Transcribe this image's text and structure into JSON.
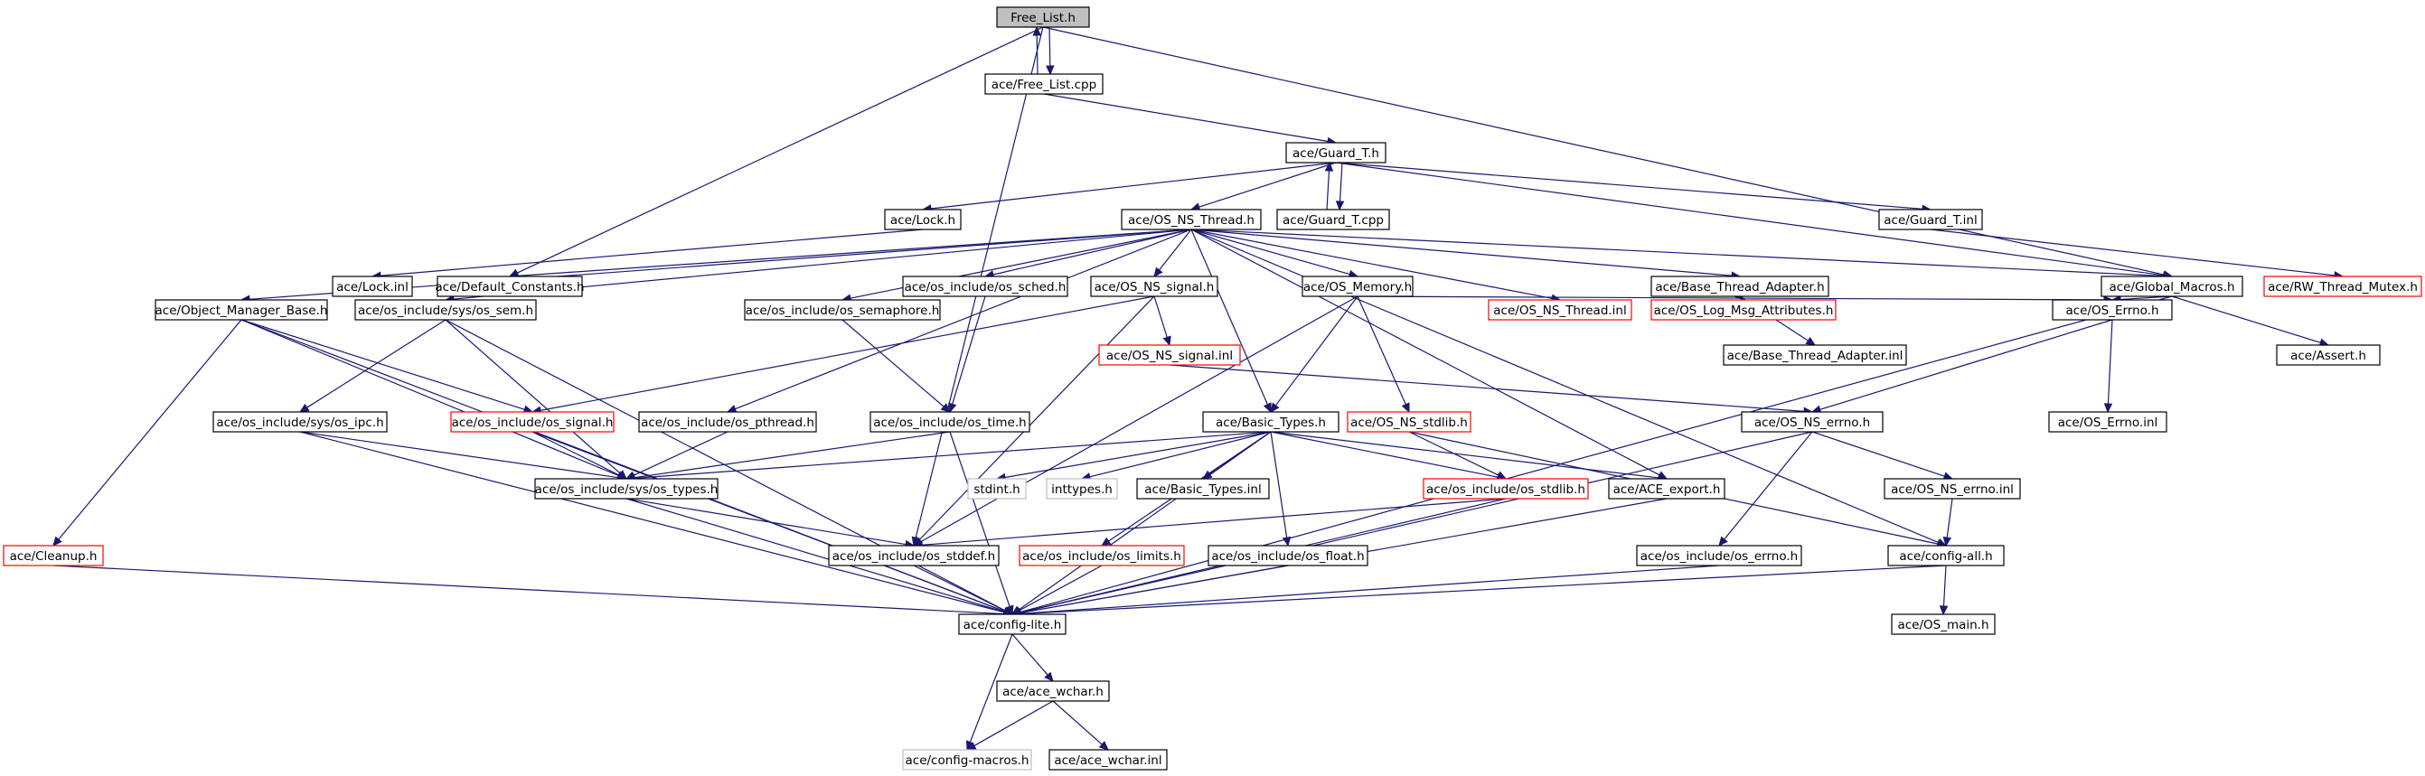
{
  "diagram": {
    "nodes": [
      {
        "id": "free_list_h",
        "label": "Free_List.h",
        "style": "root"
      },
      {
        "id": "free_list_cpp",
        "label": "ace/Free_List.cpp",
        "style": "normal"
      },
      {
        "id": "guard_t_h",
        "label": "ace/Guard_T.h",
        "style": "normal"
      },
      {
        "id": "lock_h",
        "label": "ace/Lock.h",
        "style": "normal"
      },
      {
        "id": "os_ns_thread_h",
        "label": "ace/OS_NS_Thread.h",
        "style": "normal"
      },
      {
        "id": "guard_t_cpp",
        "label": "ace/Guard_T.cpp",
        "style": "normal"
      },
      {
        "id": "guard_t_inl",
        "label": "ace/Guard_T.inl",
        "style": "normal"
      },
      {
        "id": "lock_inl",
        "label": "ace/Lock.inl",
        "style": "normal"
      },
      {
        "id": "default_constants_h",
        "label": "ace/Default_Constants.h",
        "style": "normal"
      },
      {
        "id": "os_sched_h",
        "label": "ace/os_include/os_sched.h",
        "style": "normal"
      },
      {
        "id": "os_ns_signal_h",
        "label": "ace/OS_NS_signal.h",
        "style": "normal"
      },
      {
        "id": "os_memory_h",
        "label": "ace/OS_Memory.h",
        "style": "normal"
      },
      {
        "id": "base_thread_adapter_h",
        "label": "ace/Base_Thread_Adapter.h",
        "style": "normal"
      },
      {
        "id": "global_macros_h",
        "label": "ace/Global_Macros.h",
        "style": "normal"
      },
      {
        "id": "rw_thread_mutex_h",
        "label": "ace/RW_Thread_Mutex.h",
        "style": "red"
      },
      {
        "id": "object_manager_base_h",
        "label": "ace/Object_Manager_Base.h",
        "style": "normal"
      },
      {
        "id": "os_sem_h",
        "label": "ace/os_include/sys/os_sem.h",
        "style": "normal"
      },
      {
        "id": "os_semaphore_h",
        "label": "ace/os_include/os_semaphore.h",
        "style": "normal"
      },
      {
        "id": "os_ns_signal_inl",
        "label": "ace/OS_NS_signal.inl",
        "style": "red"
      },
      {
        "id": "os_ns_thread_inl",
        "label": "ace/OS_NS_Thread.inl",
        "style": "red"
      },
      {
        "id": "os_log_msg_attributes_h",
        "label": "ace/OS_Log_Msg_Attributes.h",
        "style": "red"
      },
      {
        "id": "base_thread_adapter_inl",
        "label": "ace/Base_Thread_Adapter.inl",
        "style": "normal"
      },
      {
        "id": "os_errno_h",
        "label": "ace/OS_Errno.h",
        "style": "normal"
      },
      {
        "id": "assert_h",
        "label": "ace/Assert.h",
        "style": "normal"
      },
      {
        "id": "os_ipc_h",
        "label": "ace/os_include/sys/os_ipc.h",
        "style": "normal"
      },
      {
        "id": "os_signal_h",
        "label": "ace/os_include/os_signal.h",
        "style": "red"
      },
      {
        "id": "os_pthread_h",
        "label": "ace/os_include/os_pthread.h",
        "style": "normal"
      },
      {
        "id": "os_time_h",
        "label": "ace/os_include/os_time.h",
        "style": "normal"
      },
      {
        "id": "basic_types_h",
        "label": "ace/Basic_Types.h",
        "style": "normal"
      },
      {
        "id": "os_ns_stdlib_h",
        "label": "ace/OS_NS_stdlib.h",
        "style": "red"
      },
      {
        "id": "os_ns_errno_h",
        "label": "ace/OS_NS_errno.h",
        "style": "normal"
      },
      {
        "id": "os_errno_inl",
        "label": "ace/OS_Errno.inl",
        "style": "normal"
      },
      {
        "id": "os_types_h",
        "label": "ace/os_include/sys/os_types.h",
        "style": "normal"
      },
      {
        "id": "stdint_h",
        "label": "stdint.h",
        "style": "gray"
      },
      {
        "id": "inttypes_h",
        "label": "inttypes.h",
        "style": "gray"
      },
      {
        "id": "basic_types_inl",
        "label": "ace/Basic_Types.inl",
        "style": "normal"
      },
      {
        "id": "os_stdlib_h",
        "label": "ace/os_include/os_stdlib.h",
        "style": "red"
      },
      {
        "id": "ace_export_h",
        "label": "ace/ACE_export.h",
        "style": "normal"
      },
      {
        "id": "os_ns_errno_inl",
        "label": "ace/OS_NS_errno.inl",
        "style": "normal"
      },
      {
        "id": "cleanup_h",
        "label": "ace/Cleanup.h",
        "style": "red"
      },
      {
        "id": "os_stddef_h",
        "label": "ace/os_include/os_stddef.h",
        "style": "normal"
      },
      {
        "id": "os_limits_h",
        "label": "ace/os_include/os_limits.h",
        "style": "red"
      },
      {
        "id": "os_float_h",
        "label": "ace/os_include/os_float.h",
        "style": "normal"
      },
      {
        "id": "os_errno_inc_h",
        "label": "ace/os_include/os_errno.h",
        "style": "normal"
      },
      {
        "id": "config_all_h",
        "label": "ace/config-all.h",
        "style": "normal"
      },
      {
        "id": "config_lite_h",
        "label": "ace/config-lite.h",
        "style": "normal"
      },
      {
        "id": "os_main_h",
        "label": "ace/OS_main.h",
        "style": "normal"
      },
      {
        "id": "ace_wchar_h",
        "label": "ace/ace_wchar.h",
        "style": "normal"
      },
      {
        "id": "config_macros_h",
        "label": "ace/config-macros.h",
        "style": "gray"
      },
      {
        "id": "ace_wchar_inl",
        "label": "ace/ace_wchar.inl",
        "style": "normal"
      }
    ],
    "edges": [
      [
        "free_list_h",
        "free_list_cpp"
      ],
      [
        "free_list_cpp",
        "free_list_h"
      ],
      [
        "free_list_h",
        "default_constants_h"
      ],
      [
        "free_list_h",
        "global_macros_h"
      ],
      [
        "free_list_h",
        "os_stddef_h"
      ],
      [
        "free_list_cpp",
        "guard_t_h"
      ],
      [
        "guard_t_h",
        "lock_h"
      ],
      [
        "guard_t_h",
        "os_ns_thread_h"
      ],
      [
        "guard_t_h",
        "guard_t_cpp"
      ],
      [
        "guard_t_cpp",
        "guard_t_h"
      ],
      [
        "guard_t_h",
        "guard_t_inl"
      ],
      [
        "guard_t_h",
        "global_macros_h"
      ],
      [
        "guard_t_inl",
        "rw_thread_mutex_h"
      ],
      [
        "lock_h",
        "lock_inl"
      ],
      [
        "os_ns_thread_h",
        "default_constants_h"
      ],
      [
        "os_ns_thread_h",
        "object_manager_base_h"
      ],
      [
        "os_ns_thread_h",
        "os_sem_h"
      ],
      [
        "os_ns_thread_h",
        "os_pthread_h"
      ],
      [
        "os_ns_thread_h",
        "os_semaphore_h"
      ],
      [
        "os_ns_thread_h",
        "os_sched_h"
      ],
      [
        "os_ns_thread_h",
        "os_ns_signal_h"
      ],
      [
        "os_ns_thread_h",
        "basic_types_h"
      ],
      [
        "os_ns_thread_h",
        "os_memory_h"
      ],
      [
        "os_ns_thread_h",
        "ace_export_h"
      ],
      [
        "os_ns_thread_h",
        "os_ns_thread_inl"
      ],
      [
        "os_ns_thread_h",
        "base_thread_adapter_h"
      ],
      [
        "os_ns_thread_h",
        "global_macros_h"
      ],
      [
        "os_ns_thread_h",
        "config_all_h"
      ],
      [
        "os_sched_h",
        "os_time_h"
      ],
      [
        "os_ns_signal_h",
        "os_signal_h"
      ],
      [
        "os_ns_signal_h",
        "os_ns_signal_inl"
      ],
      [
        "os_ns_signal_h",
        "os_stddef_h"
      ],
      [
        "os_ns_signal_inl",
        "os_ns_errno_h"
      ],
      [
        "os_memory_h",
        "basic_types_h"
      ],
      [
        "os_memory_h",
        "os_ns_stdlib_h"
      ],
      [
        "os_memory_h",
        "os_errno_h"
      ],
      [
        "os_memory_h",
        "os_stddef_h"
      ],
      [
        "base_thread_adapter_h",
        "os_log_msg_attributes_h"
      ],
      [
        "base_thread_adapter_h",
        "base_thread_adapter_inl"
      ],
      [
        "global_macros_h",
        "os_errno_h"
      ],
      [
        "global_macros_h",
        "assert_h"
      ],
      [
        "global_macros_h",
        "config_lite_h"
      ],
      [
        "os_errno_h",
        "os_ns_errno_h"
      ],
      [
        "os_errno_h",
        "os_errno_inl"
      ],
      [
        "object_manager_base_h",
        "cleanup_h"
      ],
      [
        "object_manager_base_h",
        "os_signal_h"
      ],
      [
        "object_manager_base_h",
        "os_types_h"
      ],
      [
        "object_manager_base_h",
        "config_lite_h"
      ],
      [
        "os_sem_h",
        "os_ipc_h"
      ],
      [
        "os_sem_h",
        "os_types_h"
      ],
      [
        "os_sem_h",
        "config_lite_h"
      ],
      [
        "os_semaphore_h",
        "os_time_h"
      ],
      [
        "os_ipc_h",
        "os_types_h"
      ],
      [
        "os_ipc_h",
        "config_lite_h"
      ],
      [
        "os_signal_h",
        "os_types_h"
      ],
      [
        "os_signal_h",
        "config_lite_h"
      ],
      [
        "os_pthread_h",
        "os_types_h"
      ],
      [
        "os_time_h",
        "os_types_h"
      ],
      [
        "os_time_h",
        "config_lite_h"
      ],
      [
        "basic_types_h",
        "os_types_h"
      ],
      [
        "basic_types_h",
        "stdint_h"
      ],
      [
        "basic_types_h",
        "inttypes_h"
      ],
      [
        "basic_types_h",
        "basic_types_inl"
      ],
      [
        "basic_types_h",
        "os_stdlib_h"
      ],
      [
        "basic_types_h",
        "ace_export_h"
      ],
      [
        "basic_types_h",
        "os_limits_h"
      ],
      [
        "basic_types_h",
        "os_float_h"
      ],
      [
        "basic_types_h",
        "config_lite_h"
      ],
      [
        "os_ns_stdlib_h",
        "os_stdlib_h"
      ],
      [
        "os_ns_stdlib_h",
        "config_all_h"
      ],
      [
        "os_ns_errno_h",
        "os_errno_inc_h"
      ],
      [
        "os_ns_errno_h",
        "os_ns_errno_inl"
      ],
      [
        "os_ns_errno_h",
        "config_lite_h"
      ],
      [
        "os_ns_errno_inl",
        "config_all_h"
      ],
      [
        "os_types_h",
        "os_stddef_h"
      ],
      [
        "os_types_h",
        "config_lite_h"
      ],
      [
        "os_stdlib_h",
        "os_stddef_h"
      ],
      [
        "os_stdlib_h",
        "config_lite_h"
      ],
      [
        "ace_export_h",
        "config_lite_h"
      ],
      [
        "cleanup_h",
        "config_lite_h"
      ],
      [
        "os_stddef_h",
        "config_lite_h"
      ],
      [
        "os_limits_h",
        "config_lite_h"
      ],
      [
        "os_float_h",
        "config_lite_h"
      ],
      [
        "os_errno_inc_h",
        "config_lite_h"
      ],
      [
        "config_all_h",
        "config_lite_h"
      ],
      [
        "config_all_h",
        "os_main_h"
      ],
      [
        "config_lite_h",
        "ace_wchar_h"
      ],
      [
        "config_lite_h",
        "config_macros_h"
      ],
      [
        "ace_wchar_h",
        "config_macros_h"
      ],
      [
        "ace_wchar_h",
        "ace_wchar_inl"
      ]
    ]
  }
}
